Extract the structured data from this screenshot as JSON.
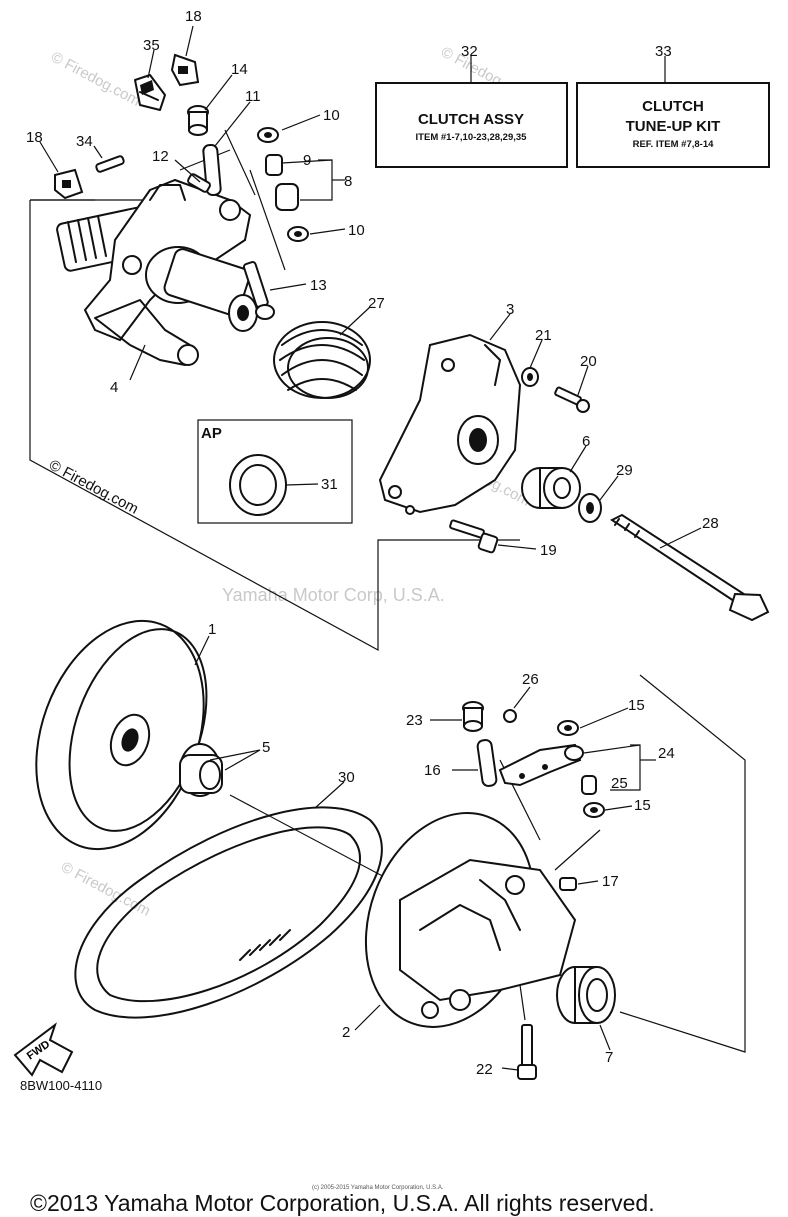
{
  "watermarks": {
    "firedog": "© Firedog.com",
    "yamaha": "Yamaha Motor Corp, U.S.A."
  },
  "boxes": {
    "clutch_assy": {
      "callout": "32",
      "title": "CLUTCH ASSY",
      "sub": "ITEM #1-7,10-23,28,29,35"
    },
    "tuneup_kit": {
      "callout": "33",
      "title_line1": "CLUTCH",
      "title_line2": "TUNE-UP KIT",
      "sub": "REF. ITEM #7,8-14"
    },
    "ap": {
      "label": "AP"
    }
  },
  "callouts": {
    "c1": "1",
    "c2": "2",
    "c3": "3",
    "c4": "4",
    "c5": "5",
    "c6": "6",
    "c7": "7",
    "c8": "8",
    "c9": "9",
    "c10a": "10",
    "c10b": "10",
    "c11": "11",
    "c12": "12",
    "c13": "13",
    "c14": "14",
    "c15a": "15",
    "c15b": "15",
    "c16": "16",
    "c17": "17",
    "c18a": "18",
    "c18b": "18",
    "c19": "19",
    "c20": "20",
    "c21": "21",
    "c22": "22",
    "c23": "23",
    "c24": "24",
    "c25": "25",
    "c26": "26",
    "c27": "27",
    "c28": "28",
    "c29": "29",
    "c30": "30",
    "c31": "31",
    "c34": "34",
    "c35": "35"
  },
  "fwd_label": "FWD",
  "ref_code": "8BW100-4110",
  "tiny_copyright": "(c) 2005-2015 Yamaha Motor Corporation, U.S.A.",
  "copyright": "©2013 Yamaha Motor Corporation, U.S.A. All rights reserved."
}
